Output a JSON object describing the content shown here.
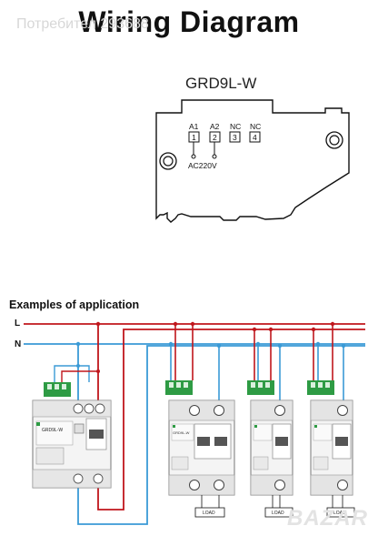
{
  "title": "Wiring Diagram",
  "watermark_top": "Потребител 293688",
  "model": "GRD9L-W",
  "terminals": [
    {
      "label": "A1",
      "num": "1"
    },
    {
      "label": "A2",
      "num": "2"
    },
    {
      "label": "NC",
      "num": "3"
    },
    {
      "label": "NC",
      "num": "4"
    }
  ],
  "supply_label": "AC220V",
  "examples_heading": "Examples of application",
  "line_labels": {
    "l": "L",
    "n": "N"
  },
  "device_label": "GRD9L-W",
  "load_label": "LOAD",
  "watermark_bottom": "BAZAR",
  "colors": {
    "live": "#c0161c",
    "neutral": "#3a9ad6",
    "terminal_green": "#2e9b44"
  }
}
